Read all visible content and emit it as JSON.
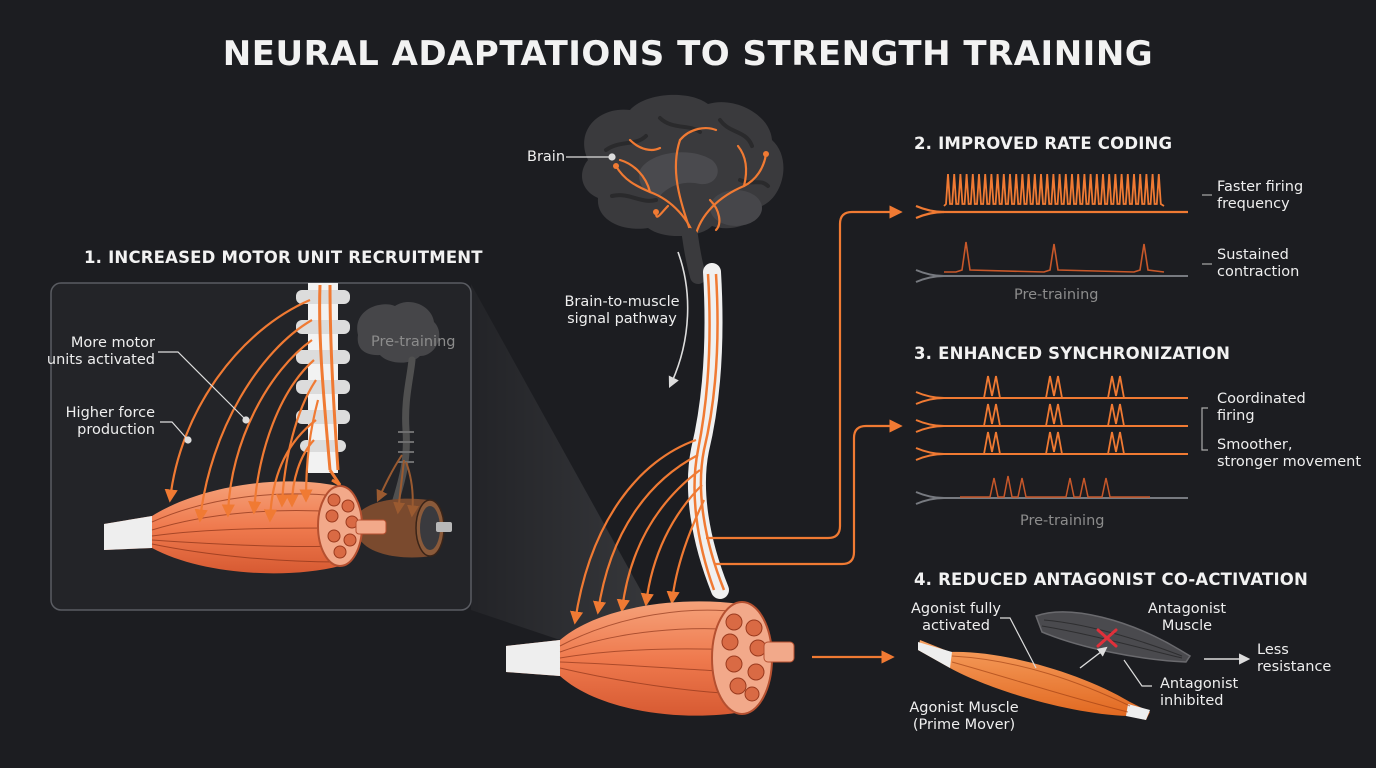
{
  "title": "NEURAL ADAPTATIONS TO STRENGTH TRAINING",
  "colors": {
    "background": "#1c1d21",
    "accent": "#f07a33",
    "muscle": "#f08a5c",
    "brain": "#3a3a3d",
    "muted": "#8c8c8c",
    "inhibit": "#e0303a"
  },
  "brain": {
    "label": "Brain"
  },
  "pathway": {
    "label": "Brain-to-muscle\nsignal pathway"
  },
  "section1": {
    "heading": "1. INCREASED MOTOR UNIT RECRUITMENT",
    "label_more_units": "More motor\nunits activated",
    "label_higher_force": "Higher force\nproduction",
    "pre_training": "Pre-training"
  },
  "section2": {
    "heading": "2. IMPROVED RATE CODING",
    "label_faster": "Faster firing\nfrequency",
    "label_sustained": "Sustained\ncontraction",
    "pre_training": "Pre-training"
  },
  "section3": {
    "heading": "3. ENHANCED SYNCHRONIZATION",
    "label_coordinated": "Coordinated\nfiring",
    "label_smoother": "Smoother,\nstronger movement",
    "pre_training": "Pre-training"
  },
  "section4": {
    "heading": "4. REDUCED ANTAGONIST CO-ACTIVATION",
    "label_agonist_active": "Agonist fully\nactivated",
    "label_antagonist_muscle": "Antagonist\nMuscle",
    "label_antagonist_inhibited": "Antagonist\ninhibited",
    "label_agonist_muscle": "Agonist Muscle\n(Prime Mover)",
    "label_less_resistance": "Less\nresistance"
  }
}
